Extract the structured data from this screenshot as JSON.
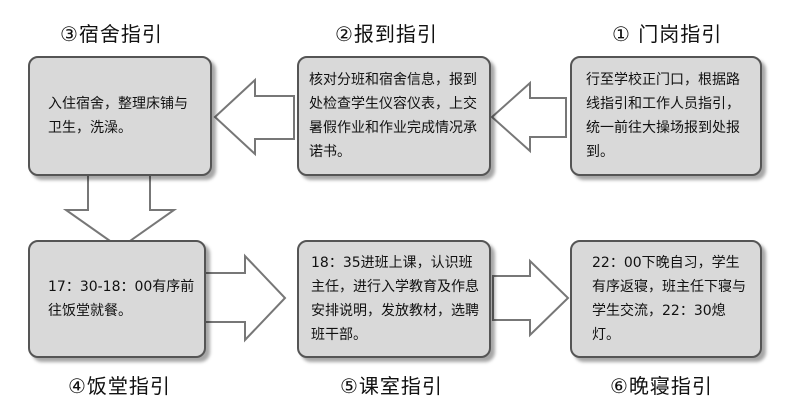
{
  "steps": [
    {
      "title": "③宿舍指引",
      "text": "入住宿舍，整理床铺与卫生，洗澡。"
    },
    {
      "title": "②报到指引",
      "text": "核对分班和宿舍信息，报到处检查学生仪容仪表，上交暑假作业和作业完成情况承诺书。"
    },
    {
      "title": "① 门岗指引",
      "text": "行至学校正门口，根据路线指引和工作人员指引，统一前往大操场报到处报到。"
    },
    {
      "title": "④饭堂指引",
      "text": "17：30-18：00有序前往饭堂就餐。"
    },
    {
      "title": "⑤课室指引",
      "text": "18：35进班上课，认识班主任，进行入学教育及作息安排说明，发放教材，选聘班干部。"
    },
    {
      "title": "⑥晚寝指引",
      "text": "22：00下晚自习，学生有序返寝，班主任下寝与学生交流，22：30熄灯。"
    }
  ]
}
